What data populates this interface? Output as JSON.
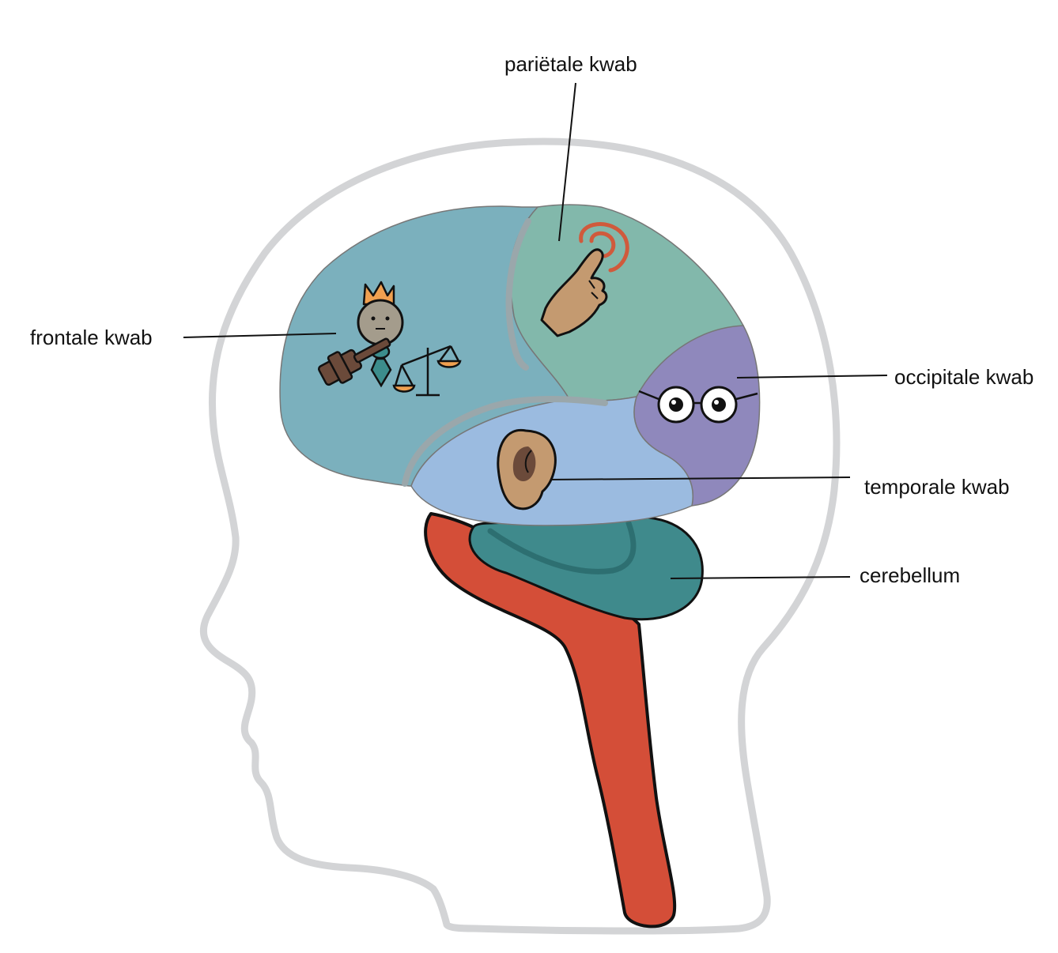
{
  "labels": {
    "parietal": "pariëtale kwab",
    "frontal": "frontale kwab",
    "occipital": "occipitale kwab",
    "temporal": "temporale kwab",
    "cerebellum": "cerebellum"
  },
  "colors": {
    "head_outline": "#d3d4d6",
    "frontal": "#7bb0bd",
    "parietal": "#82b8ab",
    "occipital": "#8f88bc",
    "temporal": "#9bbbe0",
    "cerebellum": "#3f8a8c",
    "brainstem": "#d44e38",
    "sulcus": "#9aa7ab",
    "skin": "#c49a70",
    "orange": "#f0a050",
    "brown": "#6b4a3a",
    "touch_ring": "#d05a3c"
  },
  "icons": {
    "frontal": [
      "king-figure-icon",
      "gavel-icon",
      "scales-icon"
    ],
    "parietal": [
      "touching-finger-icon"
    ],
    "occipital": [
      "eyes-with-glasses-icon"
    ],
    "temporal": [
      "ear-icon"
    ]
  }
}
